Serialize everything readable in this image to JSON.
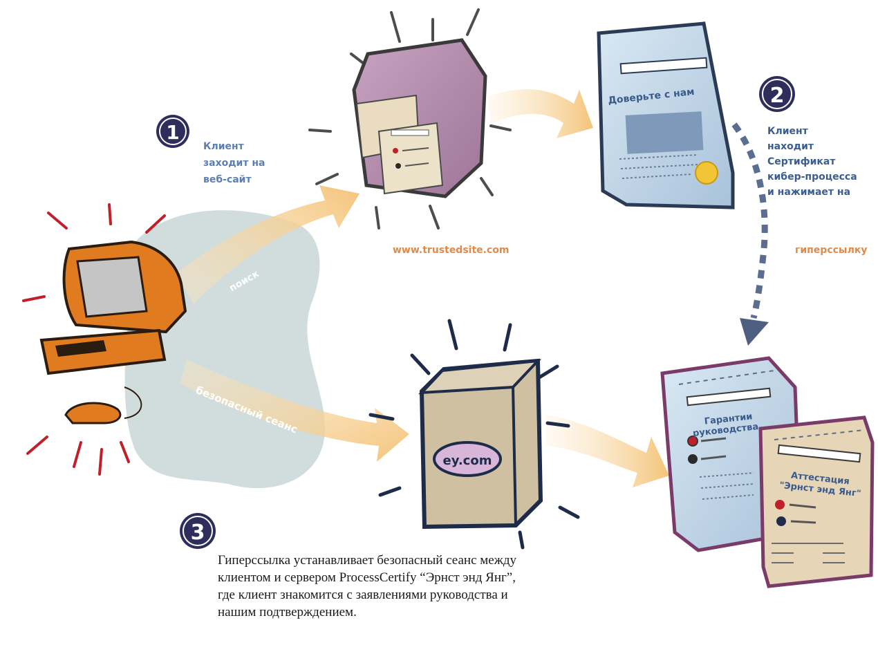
{
  "steps": {
    "one": {
      "number": "1",
      "lines": [
        "Клиент",
        "заходит на",
        "веб-сайт"
      ]
    },
    "two": {
      "number": "2",
      "lines": [
        "Клиент",
        "находит",
        "Сертификат",
        "кибер-процесса",
        "и нажимает на"
      ],
      "trailing": "гиперссылку"
    },
    "three": {
      "number": "3",
      "description": "Гиперссылка устанавливает безопасный сеанс между клиентом и сервером ProcessCertify “Эрнст энд Янг”, где клиент знакомится с заявлениями руководства и нашим подтверждением."
    }
  },
  "arrows": {
    "search": "поиск",
    "secure_session": "безопасный сеанс"
  },
  "website_url": "www.trustedsite.com",
  "seal_document": {
    "title": "Доверьте с нам"
  },
  "server_box": {
    "domain": "ey.com"
  },
  "management_document": {
    "title_line1": "Гарантии",
    "title_line2": "руководства"
  },
  "attestation_document": {
    "title_line1": "Аттестация",
    "title_line2": "\"Эрнст энд Янг\""
  },
  "colors": {
    "badge": "#2e2d5c",
    "label_blue": "#5b7fb5",
    "url_orange": "#e08a4a",
    "arrow_peach": "#f6cf93",
    "blob": "#c9d6d6",
    "computer_orange": "#e07b1f",
    "burst_red": "#c0202a",
    "burst_navy": "#1e2b49"
  }
}
